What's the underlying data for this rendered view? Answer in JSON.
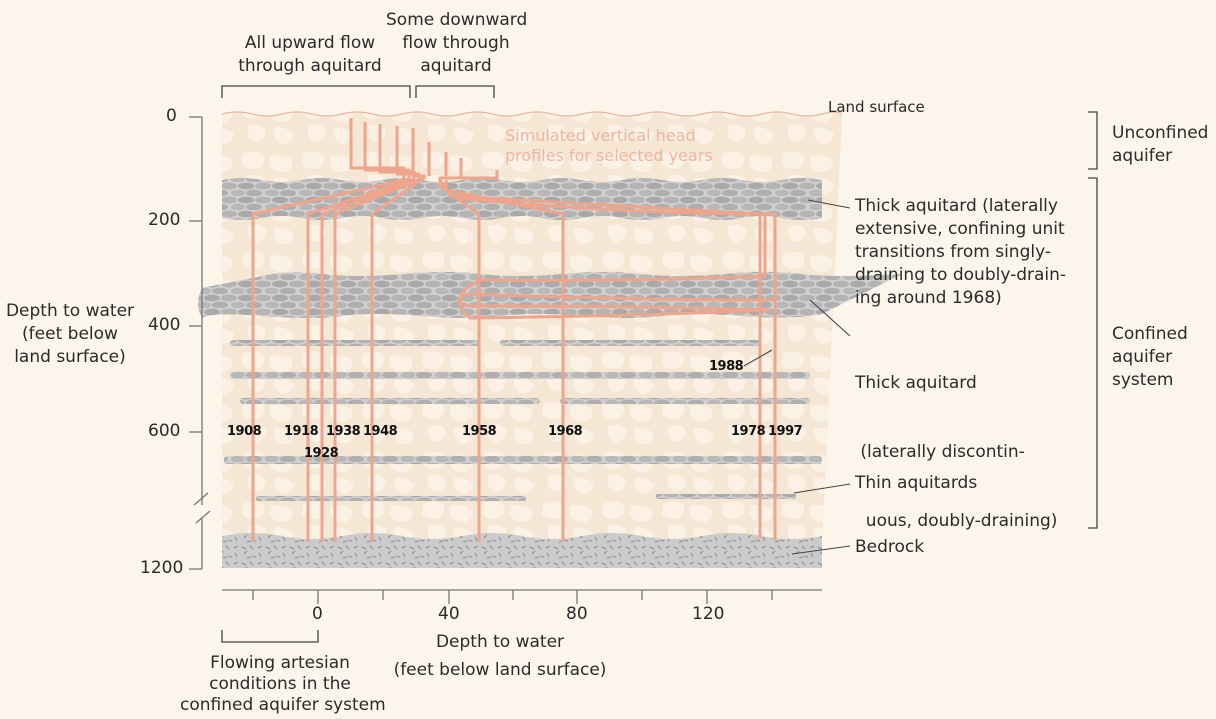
{
  "top_labels": {
    "upward_flow": [
      "All upward flow",
      "through aquitard"
    ],
    "downward_flow": [
      "Some downward",
      "flow through",
      "aquitard"
    ]
  },
  "land_surface": "Land surface",
  "simulated_label": [
    "Simulated vertical head",
    "profiles for selected years"
  ],
  "units": {
    "unconfined": [
      "Unconfined",
      "aquifer"
    ],
    "confined": [
      "Confined",
      "aquifer",
      "system"
    ]
  },
  "callouts": {
    "thick_aquitard_1": [
      "Thick aquitard (laterally",
      "extensive, confining unit",
      "transitions from singly-",
      "draining to doubly-drain-",
      "ing around 1968)"
    ],
    "thick_aquitard_2": [
      "Thick aquitard",
      " (laterally discontin-",
      "  uous, doubly-draining)"
    ],
    "thin_aquitards": "Thin aquitards",
    "bedrock": "Bedrock"
  },
  "y_axis": {
    "title": [
      "Depth to water",
      "(feet below",
      "land surface)"
    ],
    "ticks": [
      "0",
      "200",
      "400",
      "600",
      "1200"
    ]
  },
  "x_axis": {
    "title": [
      "Depth to water",
      "(feet below land surface)"
    ],
    "ticks": [
      "0",
      "40",
      "80",
      "120"
    ]
  },
  "artesian_label": [
    "Flowing artesian",
    "conditions in the",
    "confined aquifer system"
  ],
  "years": [
    "1908",
    "1918",
    "1928",
    "1938",
    "1948",
    "1958",
    "1968",
    "1978",
    "1997",
    "1988"
  ],
  "colors": {
    "background": "#fbf5ec",
    "sediment": "#f6e6d4",
    "aquitard": "#b7b7b7",
    "bedrock": "#c9c9c9",
    "profile": "#efa48c"
  }
}
